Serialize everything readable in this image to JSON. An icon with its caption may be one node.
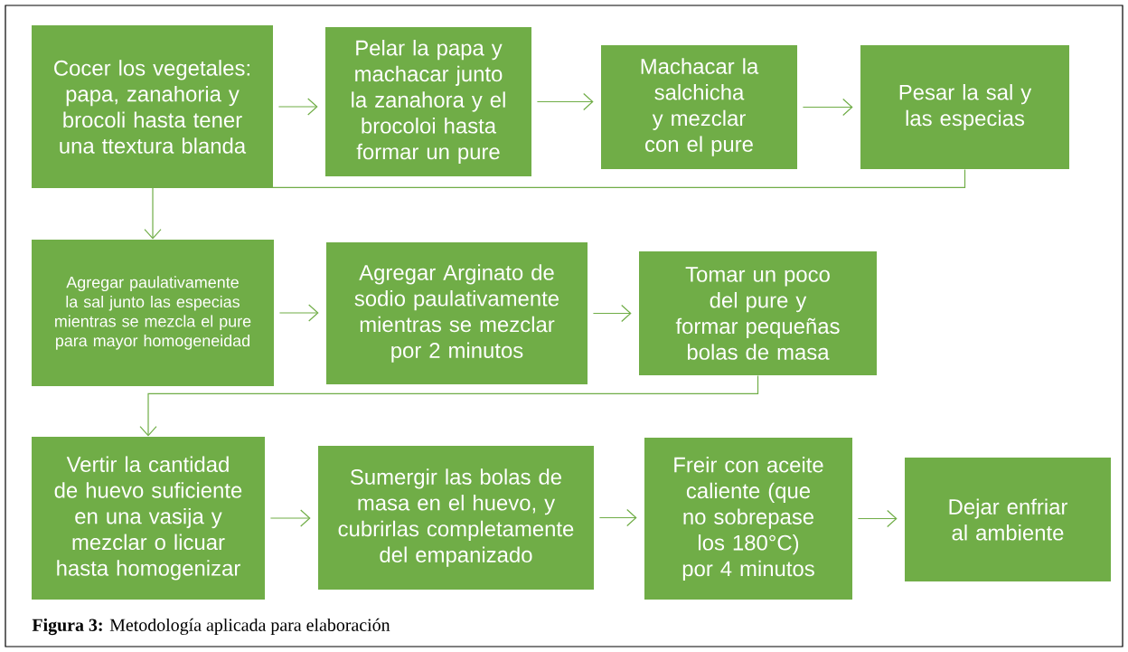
{
  "diagram": {
    "caption": "**Figura 3:** Metodología aplicada para elaboración",
    "nodes": [
      {
        "text": [
          "Cocer los vegetales: papa, zanahoria y brocoli hasta tener una ttextura blanda"
        ]
      },
      {
        "text": [
          "Pelar la papa y machacar junto la zanahora y el brocoloi hasta formar un pure"
        ]
      },
      {
        "text": [
          "Machacar la salchicha y mezclar con el pure"
        ]
      },
      {
        "text": [
          "Pesar la sal y las especias"
        ]
      },
      {
        "text": [
          "Agregar paulativamente la sal junto las especias mientras se mezcla el pure para mayor homogeneidad"
        ]
      },
      {
        "text": [
          "Agregar Arginato de sodio paulativamente mientras se mezclar por 2 minutos"
        ]
      },
      {
        "text": [
          "Tomar un poco del pure y formar pequeñas bolas de masa"
        ]
      },
      {
        "text": [
          "Vertir la cantidad de huevo suficiente en una vasija y mezclar o licuar hasta homogenizar"
        ]
      },
      {
        "text": [
          "Sumergir las bolas de masa en el huevo, y cubrirlas completamente del empanizado"
        ]
      },
      {
        "text": [
          "Freir con aceite caliente (que no sobrepase los 180°C) por 4 minutos"
        ]
      },
      {
        "text": [
          "Dejar enfriar al ambiente"
        ]
      }
    ],
    "edges": [
      {
        "from": 0,
        "to": 1,
        "arrow": "to"
      },
      {
        "from": 1,
        "to": 2,
        "arrow": "to"
      },
      {
        "from": 2,
        "to": 3,
        "arrow": "to"
      },
      {
        "from": 3,
        "to": 4,
        "arrow": "to"
      },
      {
        "from": 4,
        "to": 5,
        "arrow": "to"
      },
      {
        "from": 5,
        "to": 6,
        "arrow": "to"
      },
      {
        "from": 6,
        "to": 7,
        "arrow": "to"
      },
      {
        "from": 7,
        "to": 8,
        "arrow": "to"
      },
      {
        "from": 8,
        "to": 9,
        "arrow": "to"
      },
      {
        "from": 9,
        "to": 10,
        "arrow": "to"
      }
    ]
  }
}
